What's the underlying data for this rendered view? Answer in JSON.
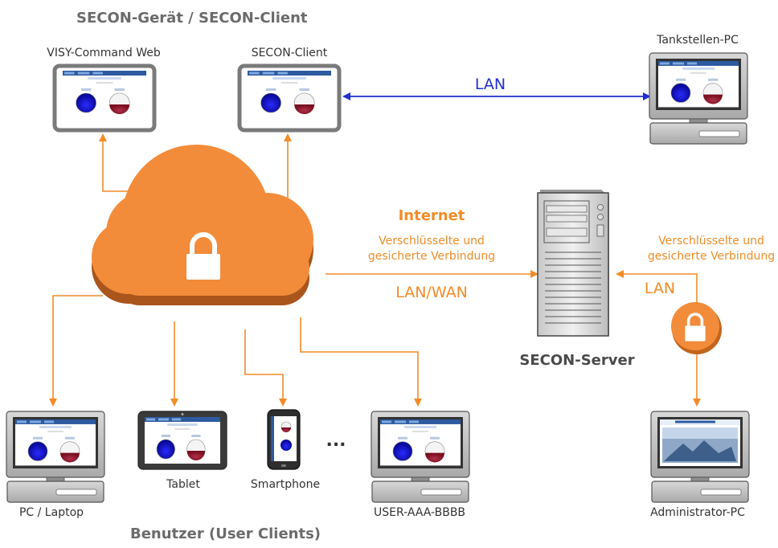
{
  "group_top": "SECON-Gerät / SECON-Client",
  "group_bottom": "Benutzer (User Clients)",
  "devices": {
    "visy": "VISY-Command Web",
    "secon_client": "SECON-Client",
    "tankstellen": "Tankstellen-PC",
    "pc_laptop": "PC / Laptop",
    "tablet": "Tablet",
    "smartphone": "Smartphone",
    "user": "USER-AAA-BBBB",
    "admin": "Administrator-PC",
    "server": "SECON-Server",
    "ellipsis": "..."
  },
  "connections": {
    "lan_blue": "LAN",
    "internet": "Internet",
    "enc_left_1": "Verschlüsselte und",
    "enc_left_2": "gesicherte Verbindung",
    "lan_wan": "LAN/WAN",
    "enc_right_1": "Verschlüsselte und",
    "enc_right_2": "gesicherte Verbindung",
    "lan_right": "LAN"
  },
  "colors": {
    "orange": "#f28c28",
    "blue": "#1f2fd0",
    "gray": "#6b6b6b"
  }
}
